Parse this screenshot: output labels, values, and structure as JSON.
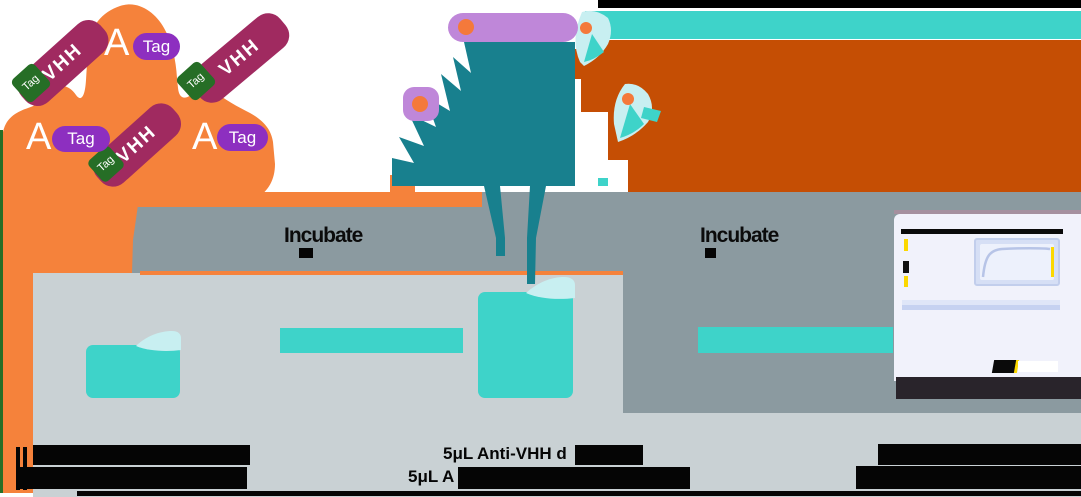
{
  "molecules": {
    "antigens": [
      {
        "label": "A",
        "tag_label": "Tag"
      },
      {
        "label": "A",
        "tag_label": "Tag"
      },
      {
        "label": "A",
        "tag_label": "Tag"
      }
    ],
    "nanobodies": [
      {
        "label": "VHH",
        "tag_label": "Tag"
      },
      {
        "label": "VHH",
        "tag_label": "Tag"
      },
      {
        "label": "VHH",
        "tag_label": "Tag"
      }
    ]
  },
  "steps": {
    "incubate_1": "Incubate",
    "incubate_2": "Incubate"
  },
  "captions": {
    "left": {
      "redacted": true,
      "visible_text": ""
    },
    "center": {
      "line1_visible": "5μL Anti-VHH d",
      "line2_visible": "5μL A",
      "redacted_remainder": true
    },
    "right": {
      "redacted": true,
      "visible_text": ""
    }
  },
  "colors": {
    "antigen_orange": "#f5823b",
    "arrow_orange": "#c54e04",
    "vhh_magenta": "#a02a60",
    "tag_purple": "#8d2fc0",
    "tag_green": "#266e26",
    "conjugate_teal": "#18808e",
    "aqua": "#3ed3c9",
    "pale_aqua": "#c8eff1",
    "fab_lavender": "#bf87d9",
    "slate_gray": "#8b9aa0",
    "light_gray": "#c9d1d4",
    "reader_body": "#f1f2fb"
  }
}
